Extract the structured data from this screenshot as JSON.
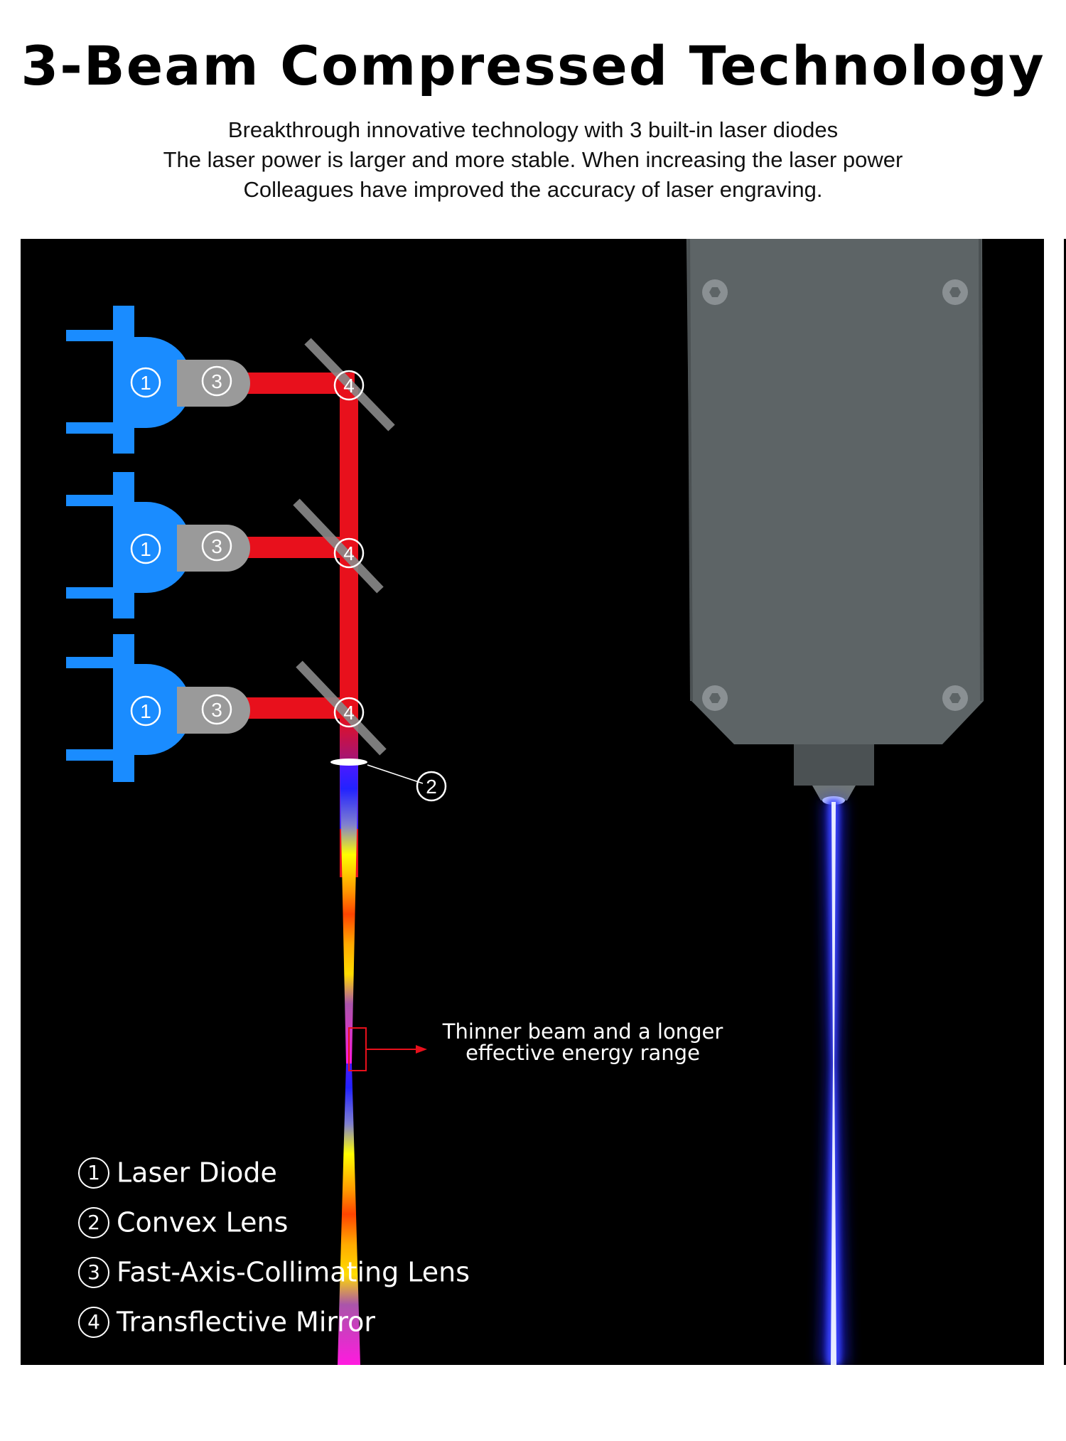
{
  "header": {
    "title": "3-Beam Compressed Technology",
    "subtitle_lines": [
      "Breakthrough innovative technology with 3 built-in laser diodes",
      "The laser power is larger and more stable. When increasing the laser power",
      "Colleagues have improved the accuracy of laser engraving."
    ]
  },
  "diagram": {
    "marker_labels": {
      "laser_diode": "1",
      "convex_lens": "2",
      "collimating_lens": "3",
      "mirror": "4"
    },
    "annotation_lines": [
      "Thinner beam and a longer",
      "effective energy range"
    ],
    "colors": {
      "background": "#000000",
      "diode_blue": "#1a8cff",
      "lens_grey": "#9a9a9a",
      "laser_red": "#e8101c",
      "mirror_grey": "#8a8a8a",
      "module_grey": "#5d6466",
      "beam_blue": "#2233ff"
    }
  },
  "legend": [
    {
      "num": "1",
      "label": "Laser Diode"
    },
    {
      "num": "2",
      "label": "Convex Lens"
    },
    {
      "num": "3",
      "label": "Fast-Axis-Collimating Lens"
    },
    {
      "num": "4",
      "label": "Transflective Mirror"
    }
  ]
}
